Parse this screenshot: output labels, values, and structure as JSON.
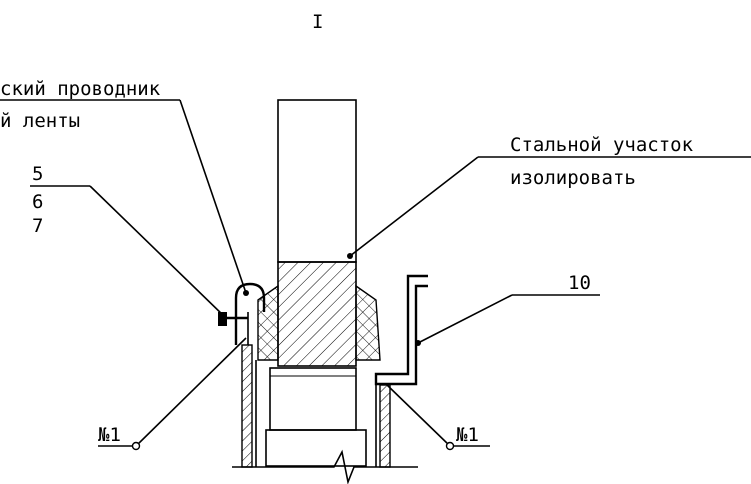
{
  "section_mark": "I",
  "labels": {
    "conductor_line1": "ский проводник",
    "conductor_line2": "й ленты",
    "steel_line1": "Стальной участок",
    "steel_line2": "изолировать",
    "pos5": "5",
    "pos6": "6",
    "pos7": "7",
    "pos10": "10",
    "node_left": "№1",
    "node_right": "№1"
  },
  "colors": {
    "ink": "#000000",
    "paper": "#ffffff"
  }
}
